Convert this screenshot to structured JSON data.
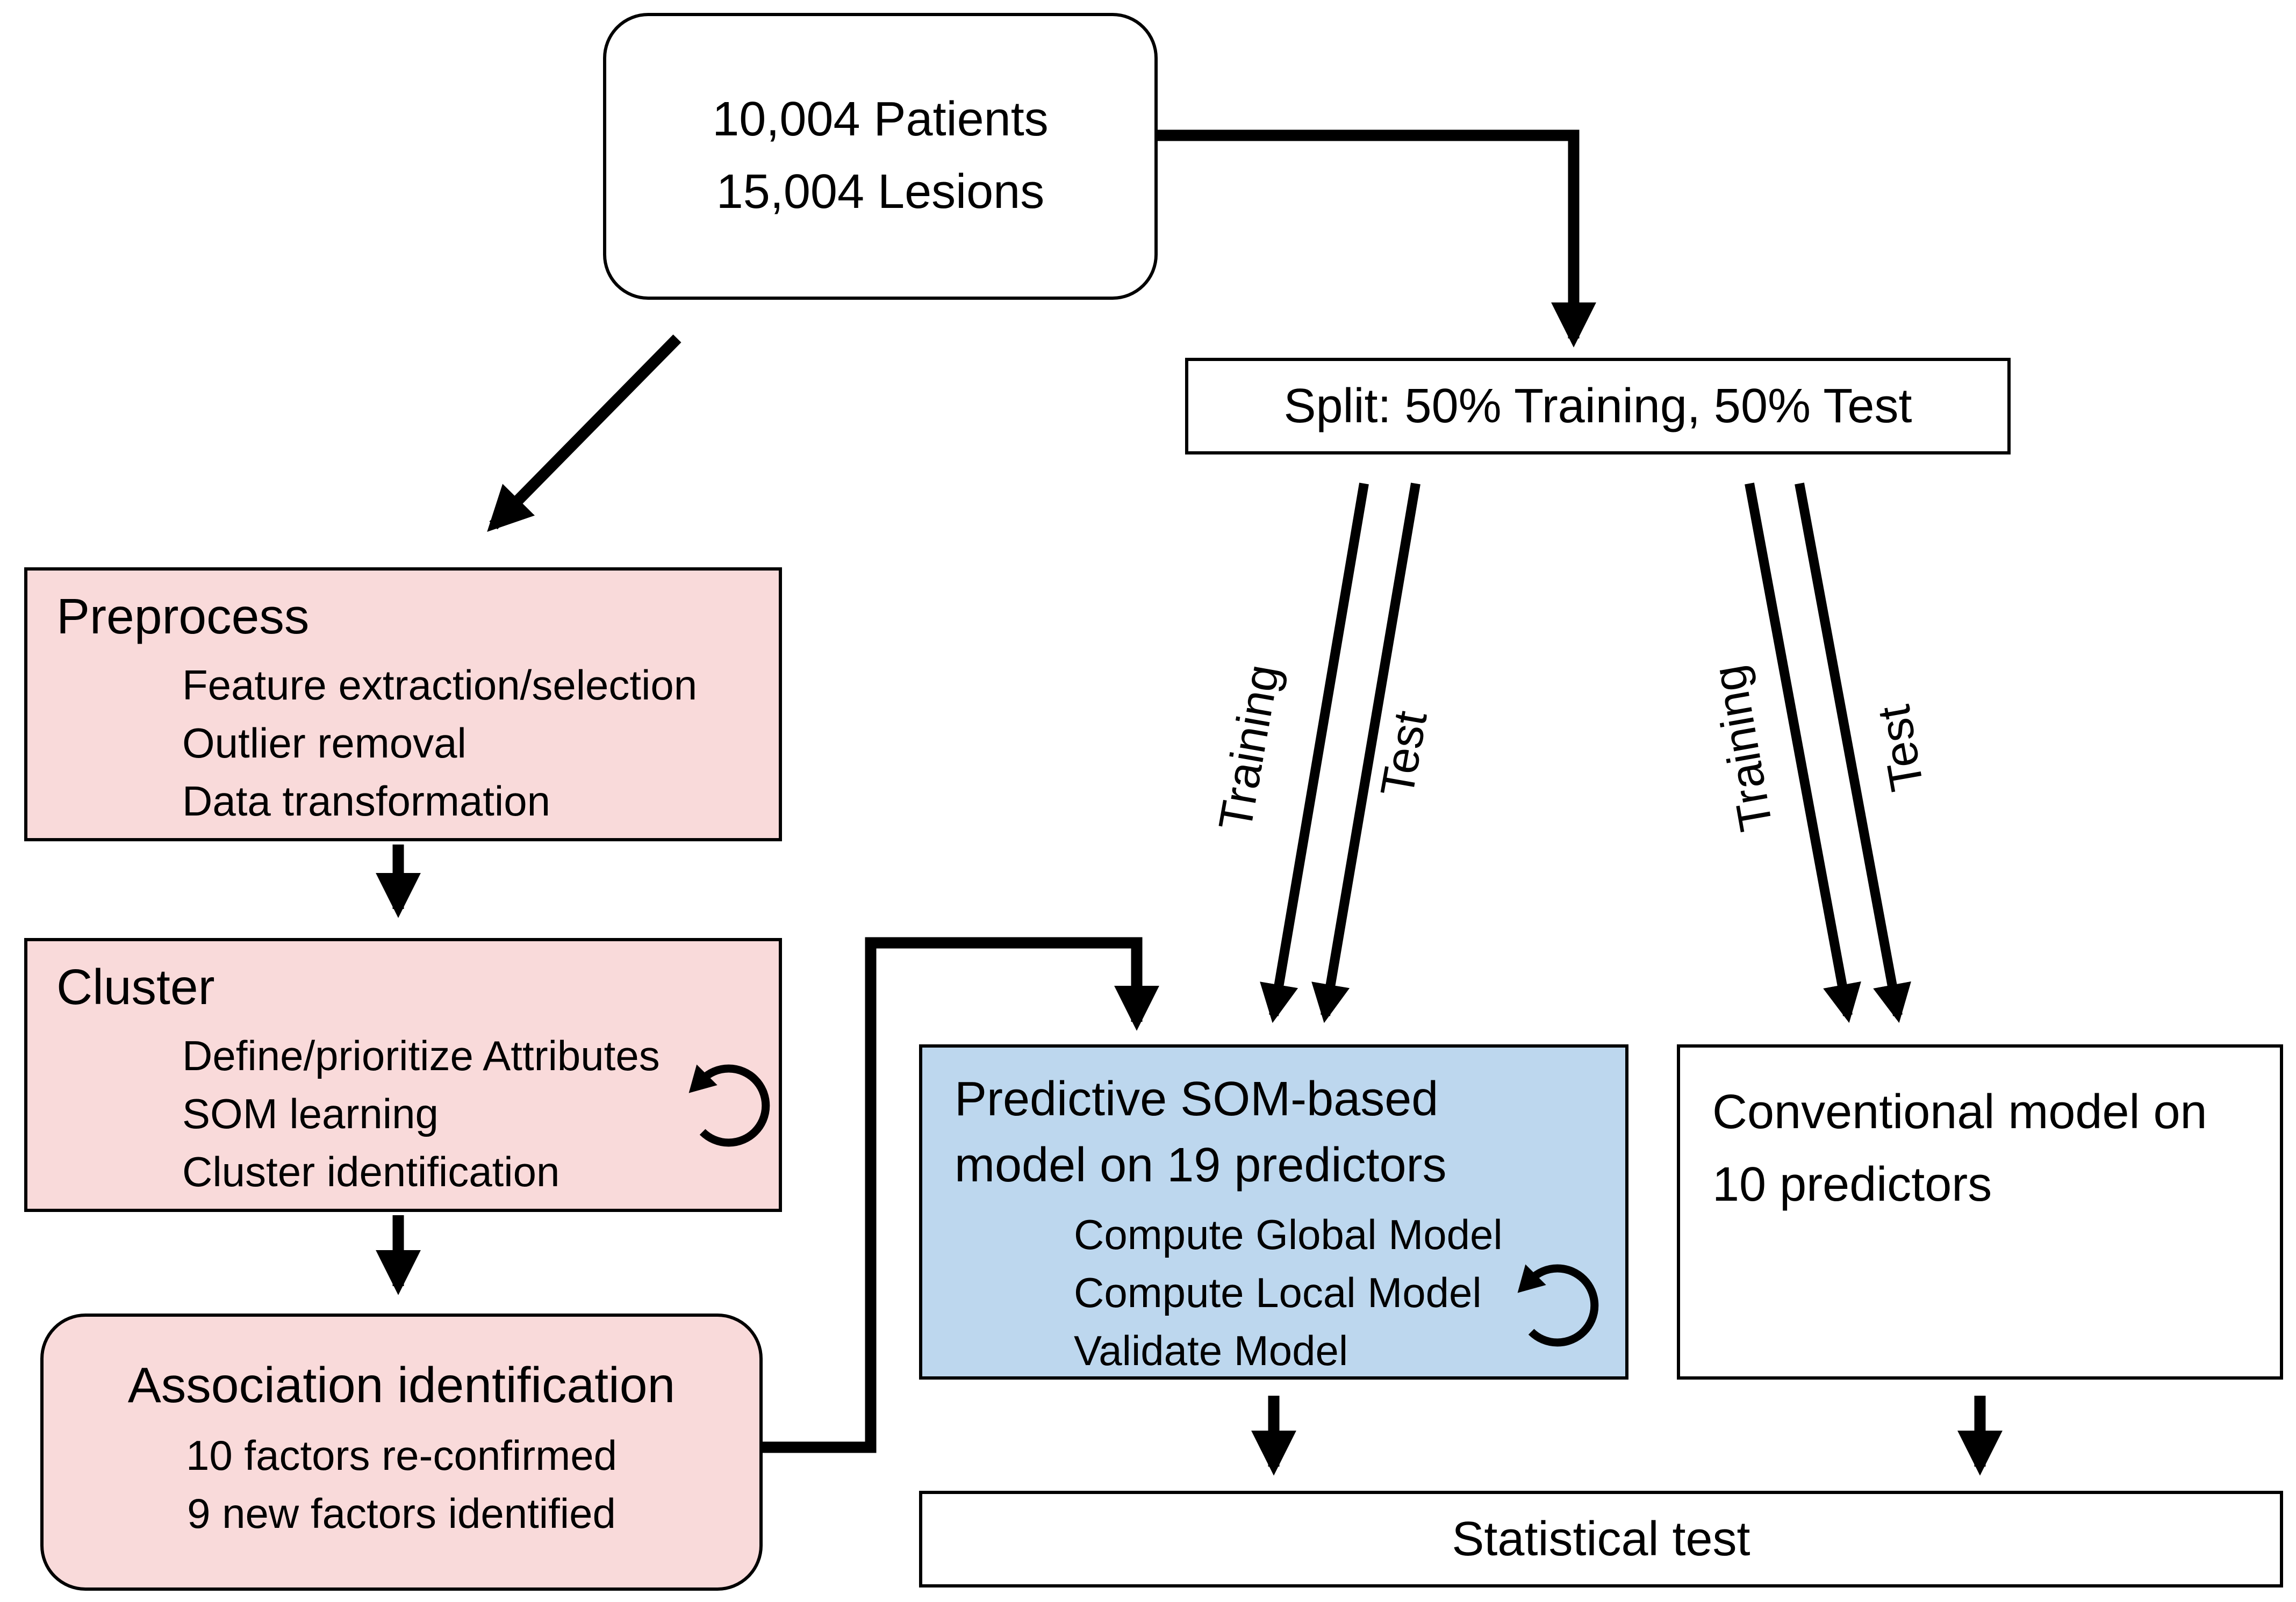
{
  "figure": {
    "source_box": {
      "lines": [
        "10,004 Patients",
        "15,004 Lesions"
      ]
    },
    "split_box": {
      "label": "Split: 50% Training, 50% Test"
    },
    "preprocess_box": {
      "title": "Preprocess",
      "items": [
        "Feature extraction/selection",
        "Outlier removal",
        "Data transformation"
      ]
    },
    "cluster_box": {
      "title": "Cluster",
      "items": [
        "Define/prioritize Attributes",
        "SOM learning",
        "Cluster identification"
      ]
    },
    "association_box": {
      "title": "Association identification",
      "items": [
        "10 factors re-confirmed",
        "9 new factors identified"
      ]
    },
    "som_box": {
      "title_lines": [
        "Predictive SOM-based",
        "model on 19 predictors"
      ],
      "items": [
        "Compute Global Model",
        "Compute Local Model",
        "Validate Model"
      ]
    },
    "conventional_box": {
      "lines": [
        "Conventional model on",
        "10 predictors"
      ]
    },
    "statistical_box": {
      "label": "Statistical test"
    },
    "edge_labels": {
      "training": "Training",
      "test": "Test"
    },
    "colors": {
      "pink_fill": "#f9dada",
      "blue_fill": "#bdd7ee",
      "stroke": "#000000",
      "background": "#ffffff"
    }
  }
}
